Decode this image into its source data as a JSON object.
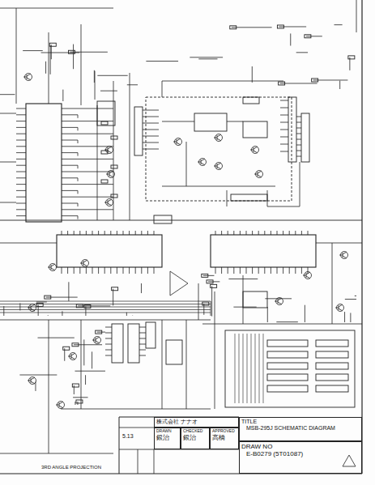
{
  "diagram": {
    "nodes": [
      {
        "text": [
          "株式会社 ナナオ"
        ]
      },
      {
        "text": [
          "DRAWN",
          "銀治"
        ]
      },
      {
        "text": [
          "CHECKED",
          "銀治"
        ]
      },
      {
        "text": [
          "APPROVED",
          "高橋"
        ]
      },
      {
        "text": [
          "TITLE",
          "MSB-295J SCHEMATIC DIAGRAM"
        ]
      },
      {
        "text": [
          "DRAW NO",
          "E-B0279 (5T01087)"
        ]
      }
    ],
    "labels": [
      "5.13",
      "3RD ANGLE PROJECTION"
    ]
  }
}
